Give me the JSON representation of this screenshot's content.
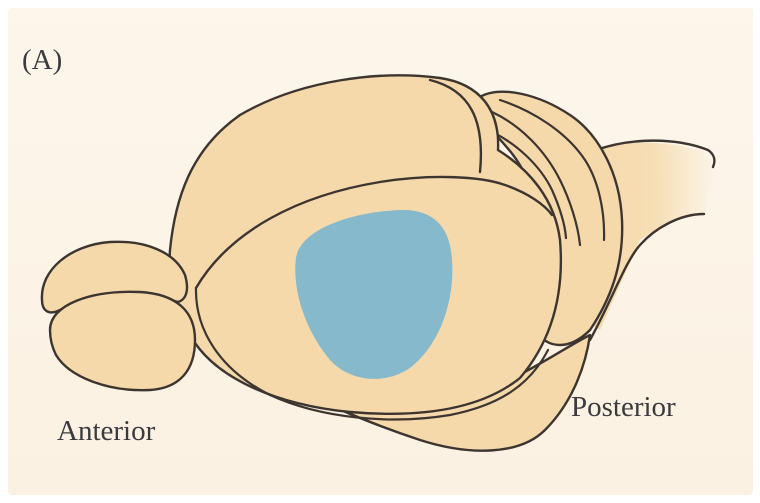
{
  "figure": {
    "panel_label": "(A)",
    "anterior_label": "Anterior",
    "posterior_label": "Posterior",
    "colors": {
      "background": "#fbf3e6",
      "brain_fill": "#f5d9aa",
      "outline": "#3d3530",
      "highlight": "#86b9cc"
    }
  }
}
